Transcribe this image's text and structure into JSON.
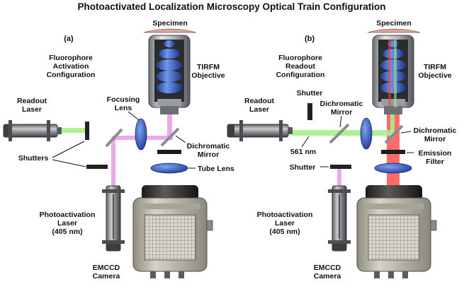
{
  "title": "Photoactivated Localization Microscopy Optical Train Configuration",
  "panel_a": {
    "letter": "(a)",
    "config": [
      "Fluorophore",
      "Activation",
      "Configuration"
    ],
    "specimen": "Specimen",
    "objective": [
      "TIRFM",
      "Objective"
    ],
    "readout_laser": [
      "Readout",
      "Laser"
    ],
    "focusing_lens": [
      "Focusing",
      "Lens"
    ],
    "dichromatic_mirror": [
      "Dichromatic",
      "Mirror"
    ],
    "shutters": "Shutters",
    "tube_lens": "Tube Lens",
    "photo_laser": [
      "Photoactivation",
      "Laser",
      "(405 nm)"
    ],
    "camera": [
      "EMCCD",
      "Camera"
    ]
  },
  "panel_b": {
    "letter": "(b)",
    "config": [
      "Fluorophore",
      "Readout",
      "Configuration"
    ],
    "specimen": "Specimen",
    "objective": [
      "TIRFM",
      "Objective"
    ],
    "readout_laser": [
      "Readout",
      "Laser"
    ],
    "shutter_top": "Shutter",
    "dichromatic_mirror_left": [
      "Dichromatic",
      "Mirror"
    ],
    "wavelength": "561 nm",
    "dichromatic_mirror_right": [
      "Dichromatic",
      "Mirror"
    ],
    "emission_filter": [
      "Emission",
      "Filter"
    ],
    "shutter_bottom": "Shutter",
    "photo_laser": [
      "Photoactivation",
      "Laser",
      "(405 nm)"
    ],
    "camera": [
      "EMCCD",
      "Camera"
    ]
  },
  "colors": {
    "violet_beam": "#e79be6",
    "green_beam": "#a6f08a",
    "red_beam": "#ff3a3a",
    "lens": "#2f58c8",
    "objective_body": "#c9ccd2",
    "objective_glass": "#4d79d6",
    "laser_body": "#8d8f92",
    "camera_body": "#b9b6ab"
  }
}
